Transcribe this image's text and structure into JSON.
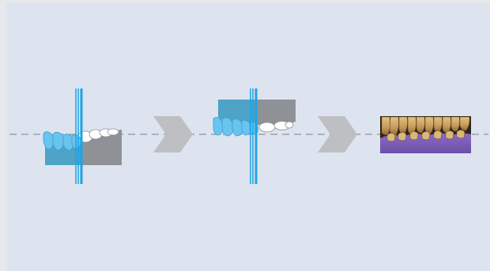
{
  "diagram": {
    "background": "#dde4ef",
    "colors": {
      "blue_marker": "#1aa5e6",
      "light_blue_teeth": "#69c4ef",
      "blue_block": "#4ea3c6",
      "gray_block": "#8e9195",
      "arrow_gray": "#bdbfc2",
      "occlusal_line": "#7a7f86",
      "gums": "#7a5bb8",
      "natural_teeth": "#c49a5a"
    },
    "steps": [
      {
        "id": "lower-arch-scan",
        "icon": "lower-jaw-model-icon"
      },
      {
        "id": "upper-arch-alignment",
        "icon": "upper-jaw-model-icon"
      },
      {
        "id": "final-bite",
        "icon": "teeth-photo-icon"
      }
    ],
    "arrows": [
      {
        "icon": "double-chevron-right-icon"
      },
      {
        "icon": "double-chevron-right-icon"
      }
    ]
  }
}
